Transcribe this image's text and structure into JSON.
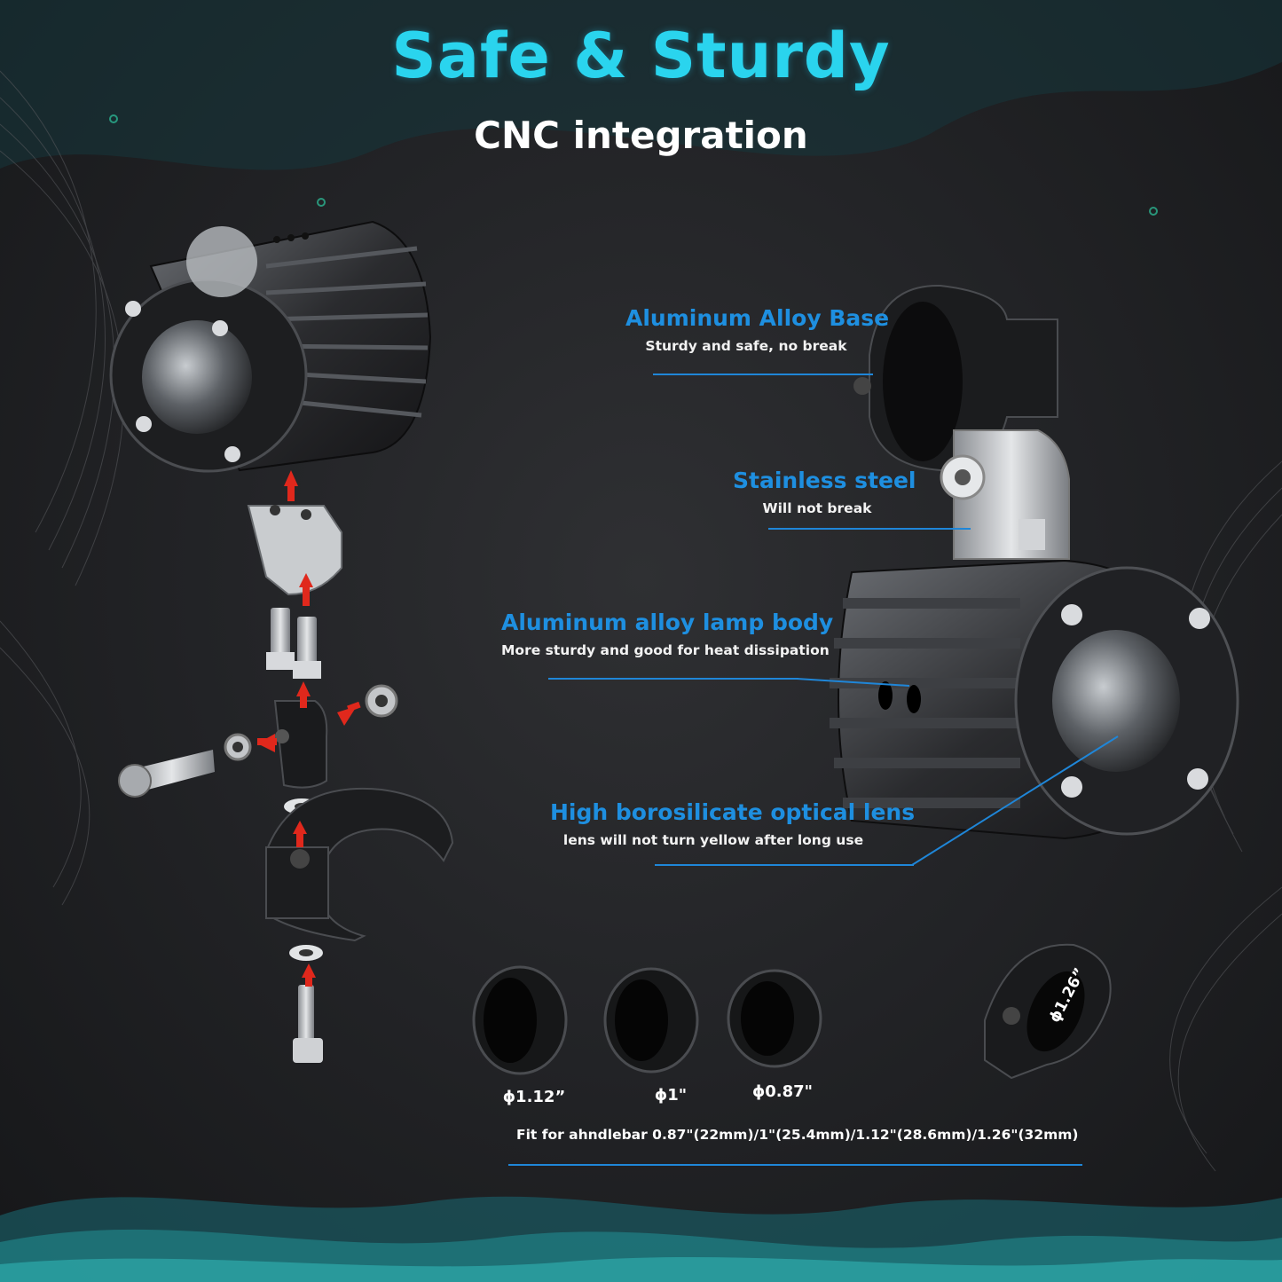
{
  "headline": "Safe & Sturdy",
  "subheadline": "CNC integration",
  "callouts": [
    {
      "title": "Aluminum Alloy Base",
      "description": "Sturdy and safe, no break"
    },
    {
      "title": "Stainless steel",
      "description": "Will not break"
    },
    {
      "title": "Aluminum alloy lamp body",
      "description": "More sturdy and good for heat dissipation"
    },
    {
      "title": "High borosilicate optical lens",
      "description": "lens will not turn yellow after long use"
    }
  ],
  "spacer_sizes": [
    "ϕ1.12”",
    "ϕ1\"",
    "ϕ0.87\""
  ],
  "clamp_size": "ϕ1.26”",
  "fit_text": "Fit for ahndlebar 0.87\"(22mm)/1\"(25.4mm)/1.12\"(28.6mm)/1.26\"(32mm)",
  "colors": {
    "headline": "#2ad4ee",
    "callout_title": "#1e8fe0",
    "leader_line": "#1f86d8",
    "arrow": "#e0281c"
  }
}
